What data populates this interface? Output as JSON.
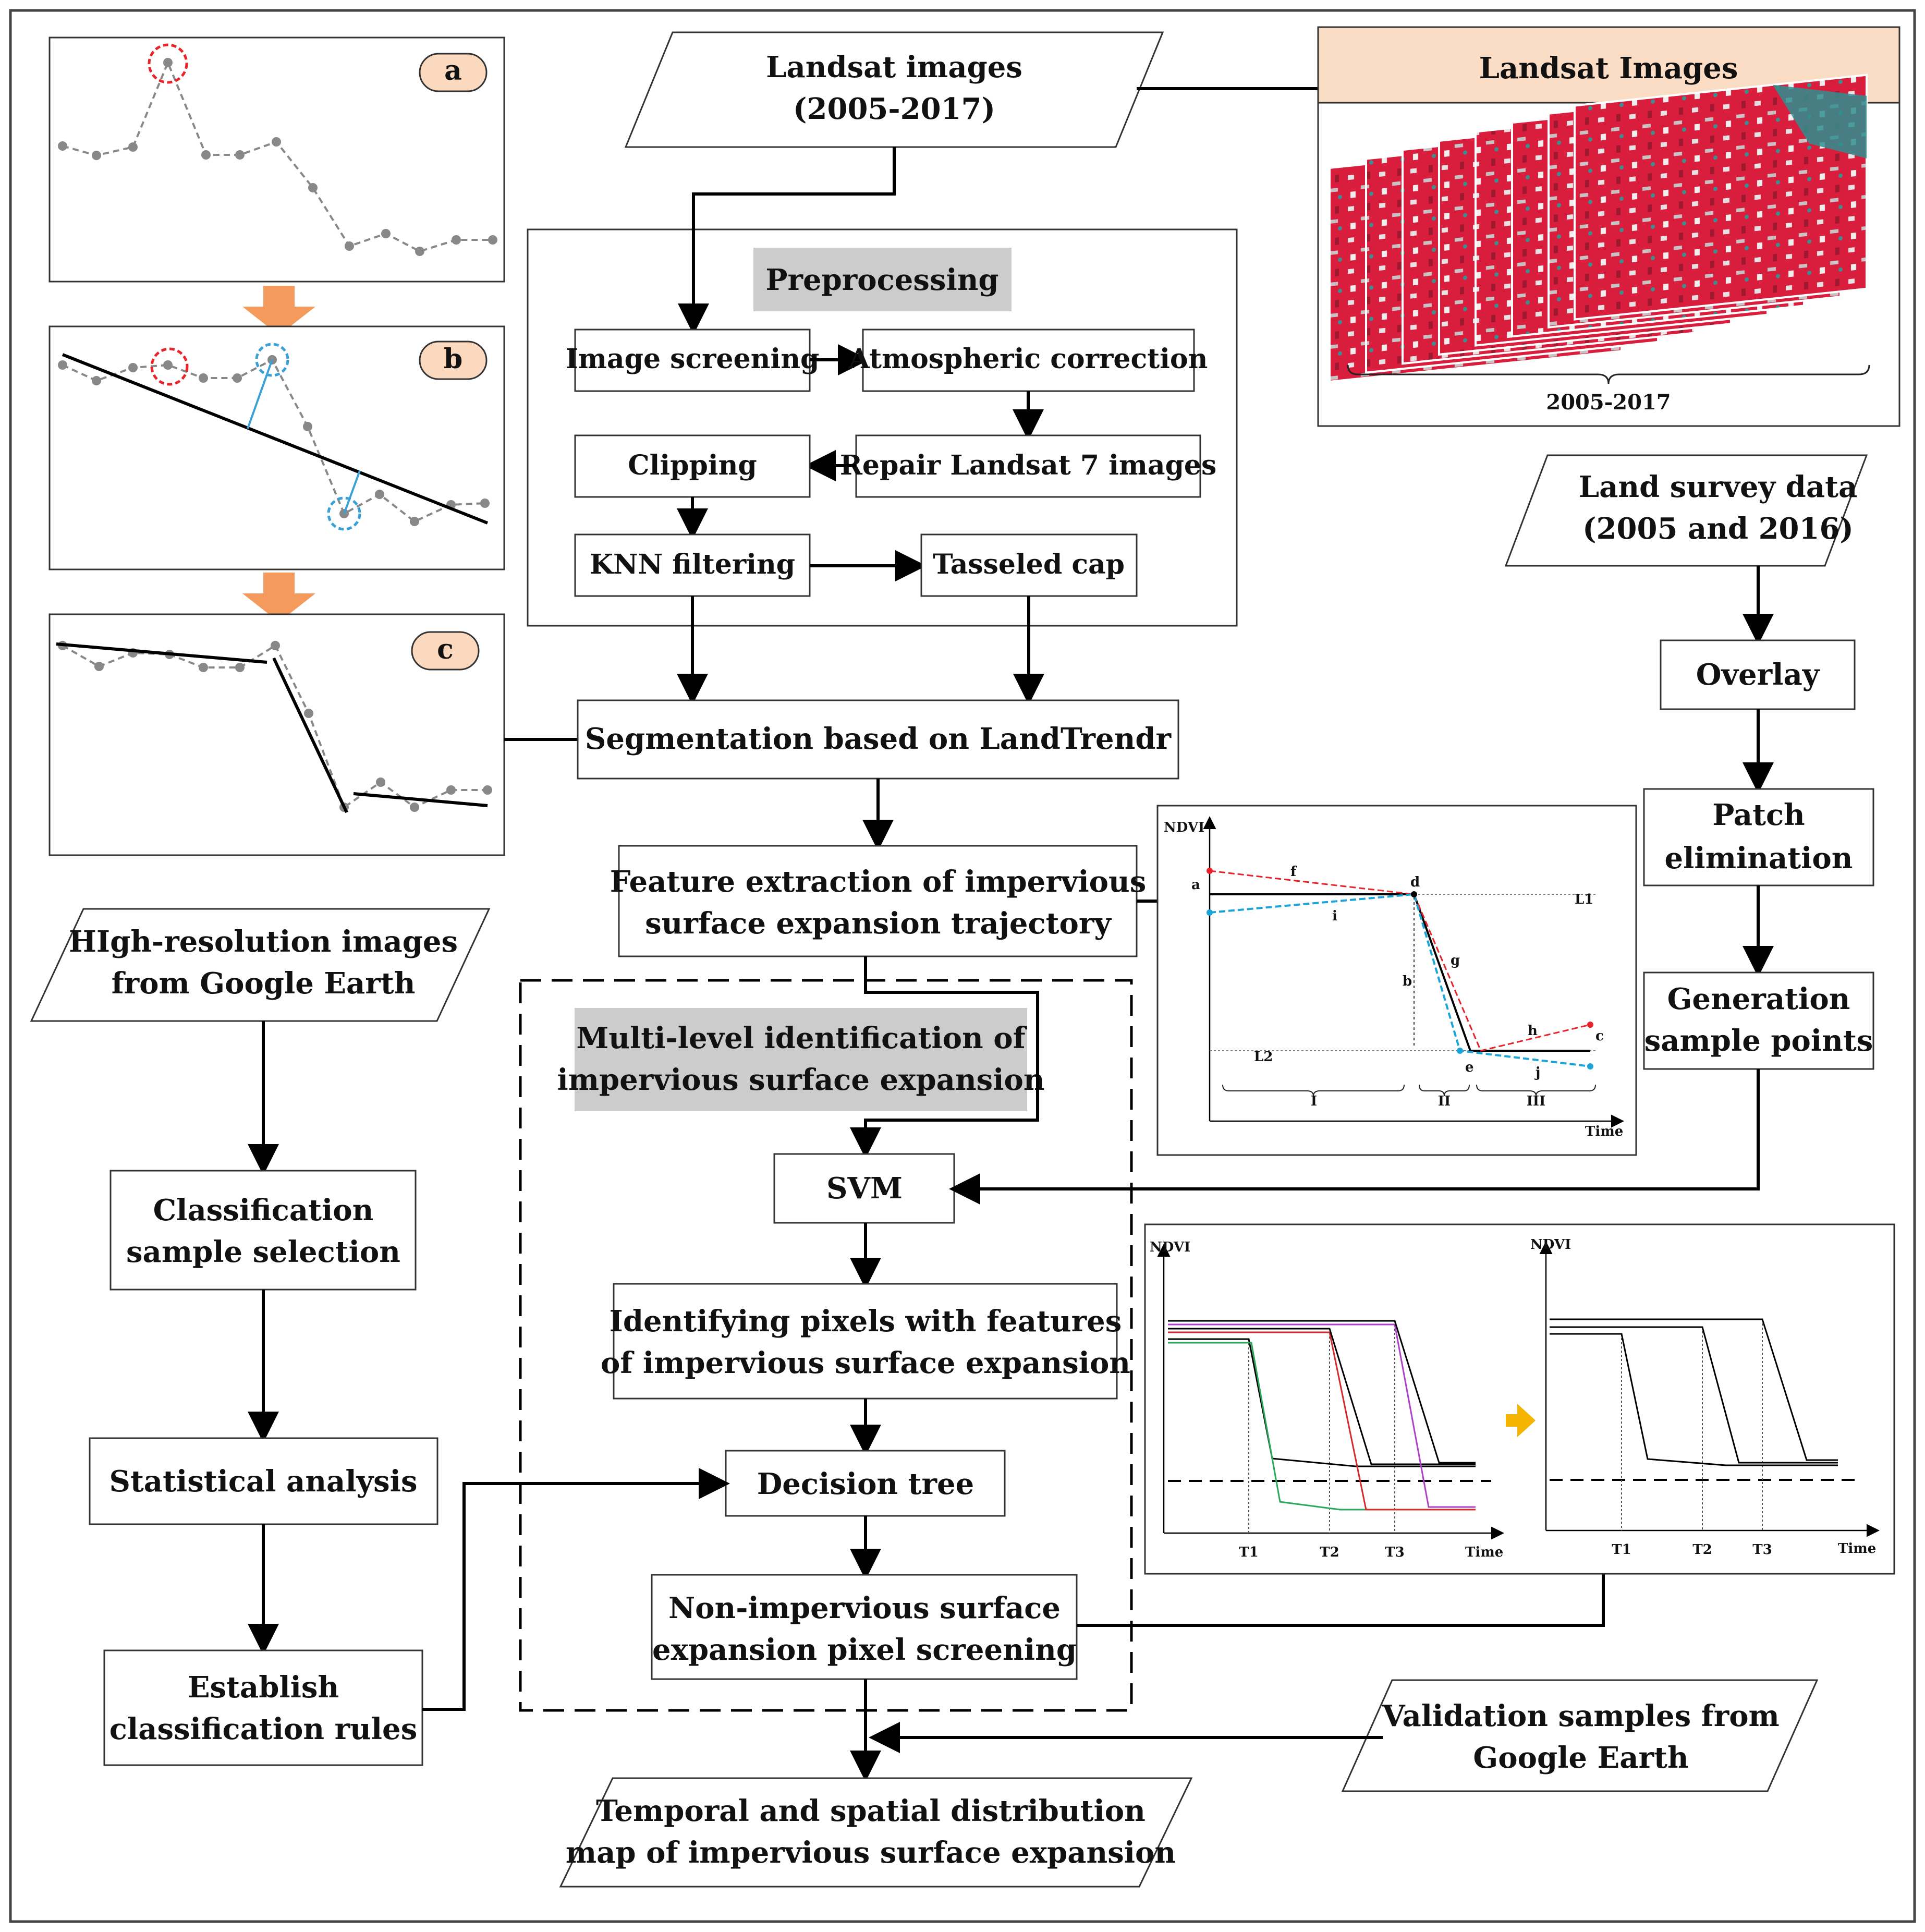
{
  "landsat_input": {
    "line1": "Landsat images",
    "line2": "(2005-2017)"
  },
  "landsat_panel": {
    "title": "Landsat Images",
    "caption": "2005-2017"
  },
  "preprocessing": {
    "title": "Preprocessing",
    "image_screening": "Image screening",
    "atmospheric_correction": "Atmospheric correction",
    "clipping": "Clipping",
    "repair": "Repair Landsat 7 images",
    "knn": "KNN filtering",
    "tasseled": "Tasseled cap"
  },
  "segmentation": "Segmentation based on LandTrendr",
  "feature": {
    "line1": "Feature extraction of impervious",
    "line2": "surface expansion trajectory"
  },
  "multilevel": {
    "line1": "Multi-level identification of",
    "line2": "impervious surface expansion"
  },
  "svm": "SVM",
  "identify": {
    "line1": "Identifying pixels with features",
    "line2": "of impervious surface expansion"
  },
  "decision": "Decision tree",
  "nonimp": {
    "line1": "Non-impervious surface",
    "line2": "expansion pixel screening"
  },
  "output": {
    "line1": "Temporal and spatial distribution",
    "line2": "map of impervious surface expansion"
  },
  "land_survey": {
    "line1": "Land survey data",
    "line2": "(2005 and 2016)"
  },
  "overlay": "Overlay",
  "patch": {
    "line1": "Patch",
    "line2": "elimination"
  },
  "generation": {
    "line1": "Generation",
    "line2": "sample points"
  },
  "validation": {
    "line1": "Validation samples from",
    "line2": "Google Earth"
  },
  "highres": {
    "line1": "HIgh-resolution images",
    "line2": "from Google Earth"
  },
  "classification": {
    "line1": "Classification",
    "line2": "sample selection"
  },
  "statistical": "Statistical analysis",
  "establish": {
    "line1": "Establish",
    "line2": "classification rules"
  },
  "panel_letters": {
    "a": "a",
    "b": "b",
    "c": "c"
  },
  "trajectory_chart": {
    "ylabel": "NDVI",
    "xlabel": "Time",
    "labels": {
      "a": "a",
      "b": "b",
      "c": "c",
      "d": "d",
      "e": "e",
      "f": "f",
      "g": "g",
      "h": "h",
      "i": "i",
      "j": "j",
      "L1": "L1",
      "L2": "L2"
    },
    "phases": [
      "I",
      "II",
      "III"
    ]
  },
  "screening_charts": {
    "ylabel": "NDVI",
    "xlabel": "Time",
    "ticks": [
      "T1",
      "T2",
      "T3"
    ]
  },
  "colors": {
    "arrow_orange": "#f39a5c",
    "circle_red": "#e8242a",
    "circle_blue": "#3aa0d8",
    "header_peach": "#fbdcc4",
    "badge_peach": "#fbd9bf",
    "gray_header": "#cccccc",
    "landsat_red": "#d81e3c",
    "gold_arrow": "#f4b400"
  }
}
